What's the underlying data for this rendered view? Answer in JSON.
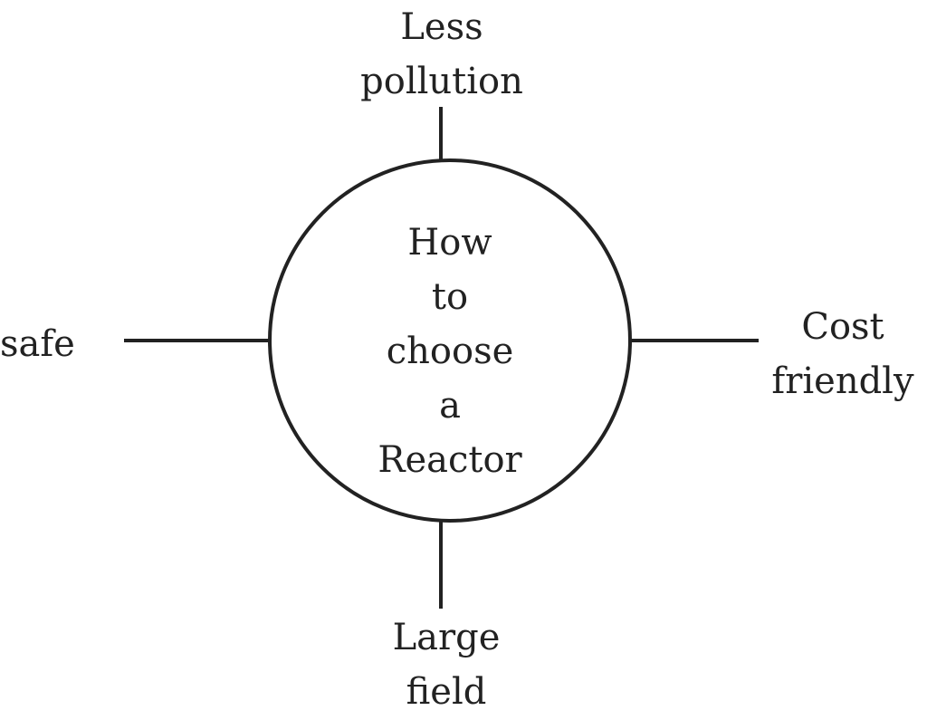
{
  "center": {
    "lines": [
      "How",
      "to",
      "choose",
      "a",
      "Reactor"
    ]
  },
  "branches": {
    "top": {
      "lines": [
        "Less",
        "pollution"
      ]
    },
    "left": {
      "lines": [
        "safe"
      ]
    },
    "right": {
      "lines": [
        "Cost",
        "friendly"
      ]
    },
    "bottom": {
      "lines": [
        "Large",
        "field"
      ]
    }
  },
  "colors": {
    "stroke": "#222222",
    "text": "#222222",
    "background": "#ffffff"
  }
}
